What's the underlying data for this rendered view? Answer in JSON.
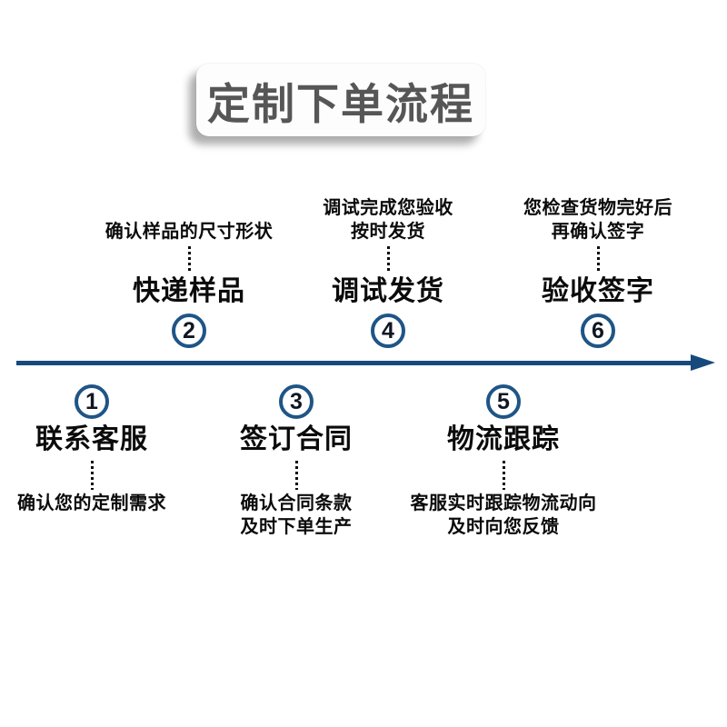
{
  "title": {
    "text": "定制下单流程"
  },
  "timeline": {
    "direction": "left-to-right",
    "style": "solid-arrow"
  },
  "steps": [
    {
      "number": "1",
      "label": "联系客服",
      "placement": "below",
      "desc_lines": [
        "确认您的定制需求"
      ]
    },
    {
      "number": "2",
      "label": "快递样品",
      "placement": "above",
      "desc_lines": [
        "确认样品的尺寸形状"
      ]
    },
    {
      "number": "3",
      "label": "签订合同",
      "placement": "below",
      "desc_lines": [
        "确认合同条款",
        "及时下单生产"
      ]
    },
    {
      "number": "4",
      "label": "调试发货",
      "placement": "above",
      "desc_lines": [
        "调试完成您验收",
        "按时发货"
      ]
    },
    {
      "number": "5",
      "label": "物流跟踪",
      "placement": "below",
      "desc_lines": [
        "客服实时跟踪物流动向",
        "及时向您反馈"
      ]
    },
    {
      "number": "6",
      "label": "验收签字",
      "placement": "above",
      "desc_lines": [
        "您检查货物完好后",
        "再确认签字"
      ]
    }
  ],
  "colors": {
    "accent_blue": "#1f5586",
    "line_navy": "#164a7c",
    "text_black": "#0b0b0b",
    "title_gray": "#565656",
    "banner_bg": "#fdfdfd",
    "background": "#ffffff"
  }
}
